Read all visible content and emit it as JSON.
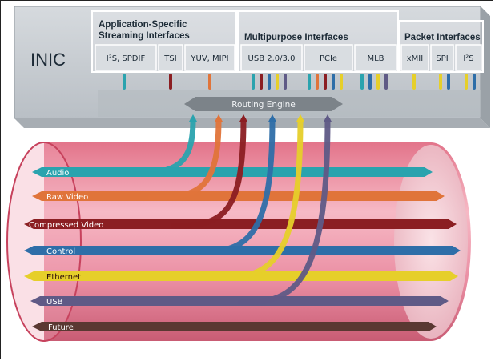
{
  "inic_label": "INIC",
  "groups": [
    {
      "title_line1": "Application-Specific",
      "title_line2": "Streaming Interfaces",
      "interfaces": [
        "I²S, SPDIF",
        "TSI",
        "YUV, MIPI"
      ]
    },
    {
      "title_line1": "Multipurpose Interfaces",
      "title_line2": "",
      "interfaces": [
        "USB 2.0/3.0",
        "PCIe",
        "MLB"
      ]
    },
    {
      "title_line1": "Packet Interfaces",
      "title_line2": "",
      "interfaces": [
        "xMII",
        "SPI",
        "I²S"
      ]
    }
  ],
  "routing_engine": "Routing Engine",
  "channels": [
    {
      "label": "Audio",
      "color": "#2aa3ae"
    },
    {
      "label": "Raw Video",
      "color": "#e0743a"
    },
    {
      "label": "Compressed Video",
      "color": "#8b1e22"
    },
    {
      "label": "Control",
      "color": "#2e6ea8"
    },
    {
      "label": "Ethernet",
      "color": "#e6cf2a"
    },
    {
      "label": "USB",
      "color": "#5f5a86"
    },
    {
      "label": "Future",
      "color": "#5a3832"
    }
  ],
  "colors": {
    "tube_fill": "#e8839a",
    "tube_end": "#f3d6dc",
    "box_gray": "#c9ced3",
    "box_border": "#6d747a",
    "engine_gray": "#8a9096"
  }
}
